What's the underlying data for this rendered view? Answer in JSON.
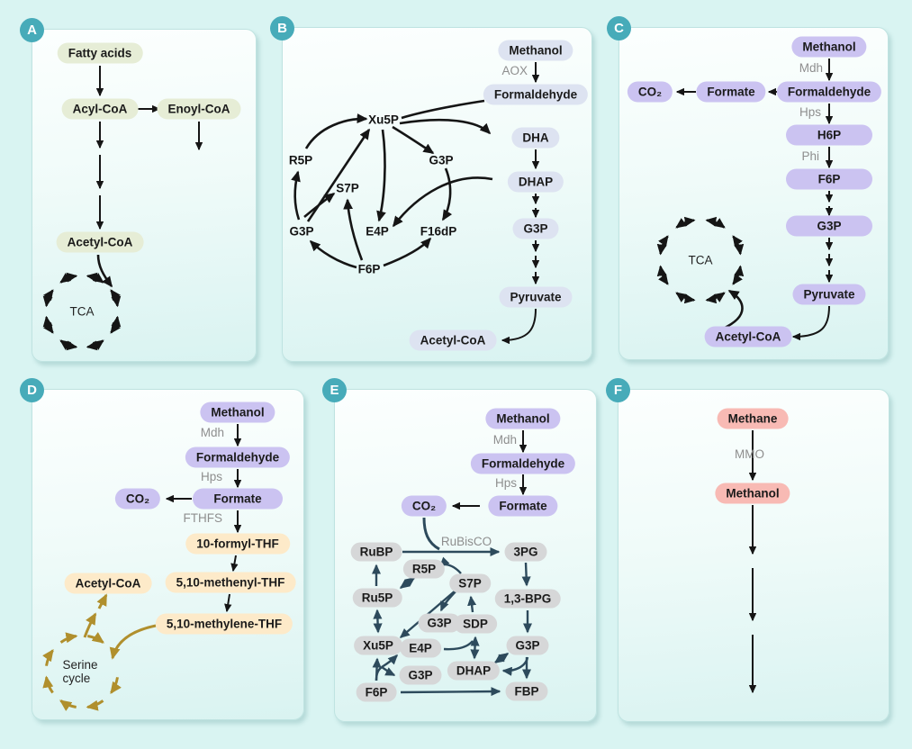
{
  "panels": {
    "A": {
      "badge": "A",
      "nodes": {
        "fatty_acids": "Fatty acids",
        "acyl_coa": "Acyl-CoA",
        "enoyl_coa": "Enoyl-CoA",
        "acetyl_coa": "Acetyl-CoA"
      },
      "cycle_label": "TCA"
    },
    "B": {
      "badge": "B",
      "nodes": {
        "methanol": "Methanol",
        "formaldehyde": "Formaldehyde",
        "dha": "DHA",
        "dhap": "DHAP",
        "g3p": "G3P",
        "pyruvate": "Pyruvate",
        "acetyl_coa": "Acetyl-CoA"
      },
      "enzymes": {
        "aox": "AOX"
      },
      "cycle_metabolites": {
        "xu5p": "Xu5P",
        "r5p": "R5P",
        "s7p": "S7P",
        "g3p_left": "G3P",
        "g3p_right": "G3P",
        "e4p": "E4P",
        "f16dp": "F16dP",
        "f6p": "F6P"
      }
    },
    "C": {
      "badge": "C",
      "nodes": {
        "methanol": "Methanol",
        "formaldehyde": "Formaldehyde",
        "formate": "Formate",
        "co2": "CO₂",
        "h6p": "H6P",
        "f6p": "F6P",
        "g3p": "G3P",
        "pyruvate": "Pyruvate",
        "acetyl_coa": "Acetyl-CoA"
      },
      "enzymes": {
        "mdh": "Mdh",
        "hps": "Hps",
        "phi": "Phi"
      },
      "cycle_label": "TCA"
    },
    "D": {
      "badge": "D",
      "nodes": {
        "methanol": "Methanol",
        "formaldehyde": "Formaldehyde",
        "formate": "Formate",
        "co2": "CO₂",
        "formyl_thf": "10-formyl-THF",
        "methenyl_thf": "5,10-methenyl-THF",
        "methylene_thf": "5,10-methylene-THF",
        "acetyl_coa": "Acetyl-CoA"
      },
      "enzymes": {
        "mdh": "Mdh",
        "hps": "Hps",
        "fthfs": "FTHFS"
      },
      "cycle_label": "Serine\ncycle"
    },
    "E": {
      "badge": "E",
      "nodes": {
        "methanol": "Methanol",
        "formaldehyde": "Formaldehyde",
        "formate": "Formate",
        "co2": "CO₂"
      },
      "enzymes": {
        "mdh": "Mdh",
        "hps": "Hps",
        "rubisco": "RuBisCO"
      },
      "calvin_nodes": {
        "rubp": "RuBP",
        "pg3": "3PG",
        "r5p": "R5P",
        "s7p": "S7P",
        "ru5p": "Ru5P",
        "bpg": "1,3-BPG",
        "g3p_mid": "G3P",
        "sdp": "SDP",
        "xu5p": "Xu5P",
        "e4p": "E4P",
        "g3p_right": "G3P",
        "dhap": "DHAP",
        "g3p_bottom": "G3P",
        "f6p": "F6P",
        "fbp": "FBP"
      }
    },
    "F": {
      "badge": "F",
      "nodes": {
        "methane": "Methane",
        "methanol": "Methanol"
      },
      "enzymes": {
        "mmo": "MMO"
      }
    }
  },
  "colors": {
    "page_background": "#d9f4f2",
    "badge": "#47abb9",
    "panel_a_node": "#e6edd6",
    "panel_b_node": "#dde3f1",
    "purple_node": "#cbc3f1",
    "thf_node": "#fdeac9",
    "calvin_node": "#d6d7d8",
    "methane_node": "#f8bab4",
    "serine_arrow": "#b08f2d",
    "calvin_arrow": "#2d4a5c",
    "arrow": "#151515",
    "enzyme_text": "#8e8e8e"
  }
}
